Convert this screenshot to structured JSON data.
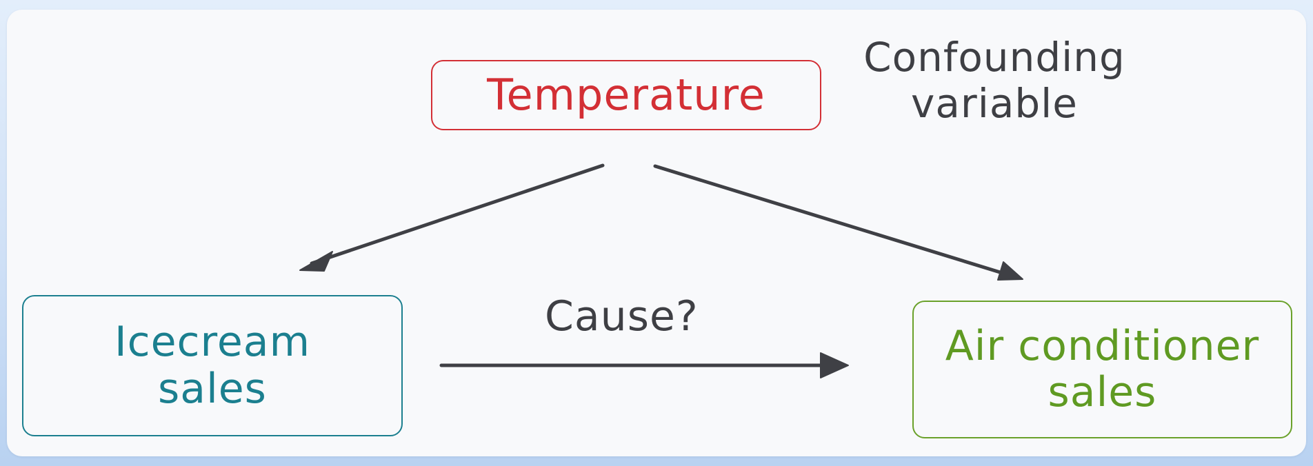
{
  "diagram": {
    "nodes": [
      {
        "id": "temperature",
        "label": "Temperature",
        "color": "#d32f35"
      },
      {
        "id": "icecream",
        "label": "Icecream\nsales",
        "color": "#1b7f8f"
      },
      {
        "id": "air_conditioner",
        "label": "Air conditioner\nsales",
        "color": "#5f9a22"
      }
    ],
    "annotations": {
      "confounding": "Confounding\nvariable",
      "cause": "Cause?"
    },
    "edges": [
      {
        "from": "temperature",
        "to": "icecream"
      },
      {
        "from": "temperature",
        "to": "air_conditioner"
      },
      {
        "from": "icecream",
        "to": "air_conditioner",
        "label": "Cause?"
      }
    ],
    "colors": {
      "arrow": "#3f4045",
      "text": "#3e3f44",
      "background": "#f8f9fb"
    }
  }
}
